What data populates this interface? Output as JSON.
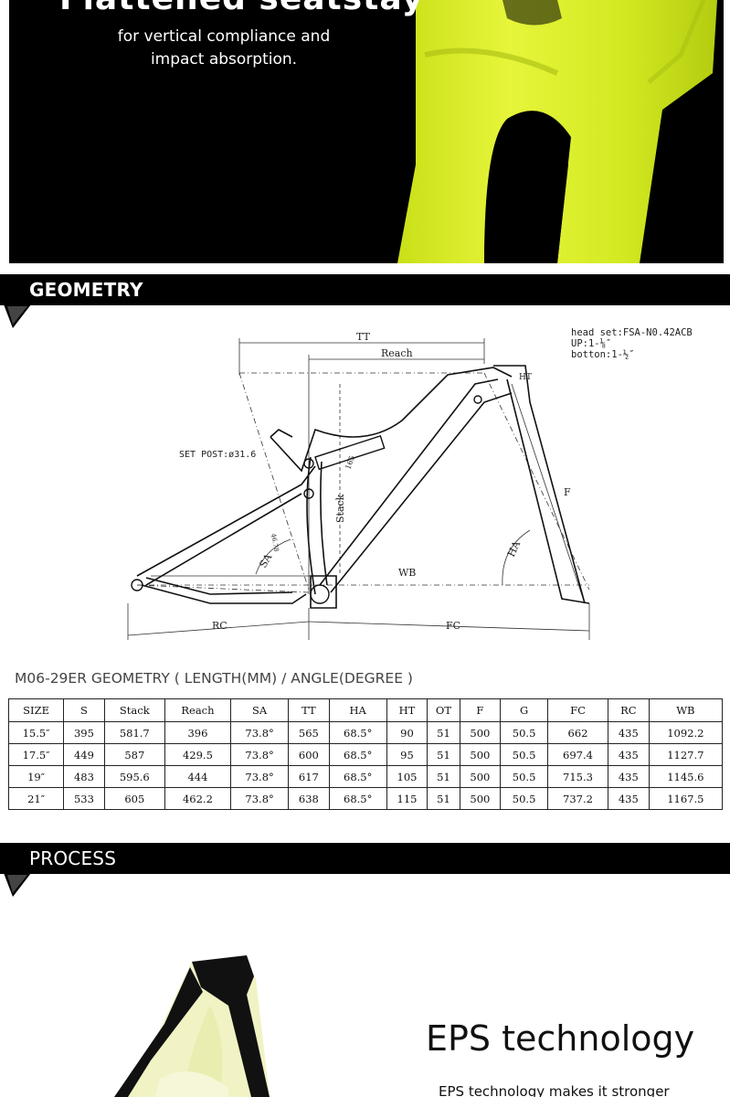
{
  "hero": {
    "title": "Flattened seatstay",
    "subtitle_line1": "for vertical compliance and",
    "subtitle_line2": "impact absorption."
  },
  "geometry_section": {
    "label": "GEOMETRY"
  },
  "drawing": {
    "note_line1": "head set:FSA-N0.42ACB",
    "note_line2": "UP:1-⅛″",
    "note_line3": "botton:1-½″",
    "seatpost": "SET POST:ø31.6",
    "dims": {
      "tt": "TT",
      "reach": "Reach",
      "stack": "Stack",
      "sa": "SA",
      "ha": "HA",
      "ht": "HT",
      "f": "F",
      "wb": "WB",
      "rc": "RC",
      "fc": "FC",
      "shock": "165",
      "stroke": "46.78"
    }
  },
  "geometry_table": {
    "caption": "M06-29ER GEOMETRY ( LENGTH(MM) / ANGLE(DEGREE )",
    "headers": [
      "SIZE",
      "S",
      "Stack",
      "Reach",
      "SA",
      "TT",
      "HA",
      "HT",
      "OT",
      "F",
      "G",
      "FC",
      "RC",
      "WB"
    ],
    "rows": [
      [
        "15.5″",
        "395",
        "581.7",
        "396",
        "73.8°",
        "565",
        "68.5°",
        "90",
        "51",
        "500",
        "50.5",
        "662",
        "435",
        "1092.2"
      ],
      [
        "17.5″",
        "449",
        "587",
        "429.5",
        "73.8°",
        "600",
        "68.5°",
        "95",
        "51",
        "500",
        "50.5",
        "697.4",
        "435",
        "1127.7"
      ],
      [
        "19″",
        "483",
        "595.6",
        "444",
        "73.8°",
        "617",
        "68.5°",
        "105",
        "51",
        "500",
        "50.5",
        "715.3",
        "435",
        "1145.6"
      ],
      [
        "21″",
        "533",
        "605",
        "462.2",
        "73.8°",
        "638",
        "68.5°",
        "115",
        "51",
        "500",
        "50.5",
        "737.2",
        "435",
        "1167.5"
      ]
    ]
  },
  "process_section": {
    "label": "PROCESS"
  },
  "eps": {
    "title": "EPS technology",
    "subtitle": "EPS technology makes it stronger"
  },
  "colors": {
    "neon_yellow": "#d9ef2b",
    "bar_black": "#000000"
  }
}
